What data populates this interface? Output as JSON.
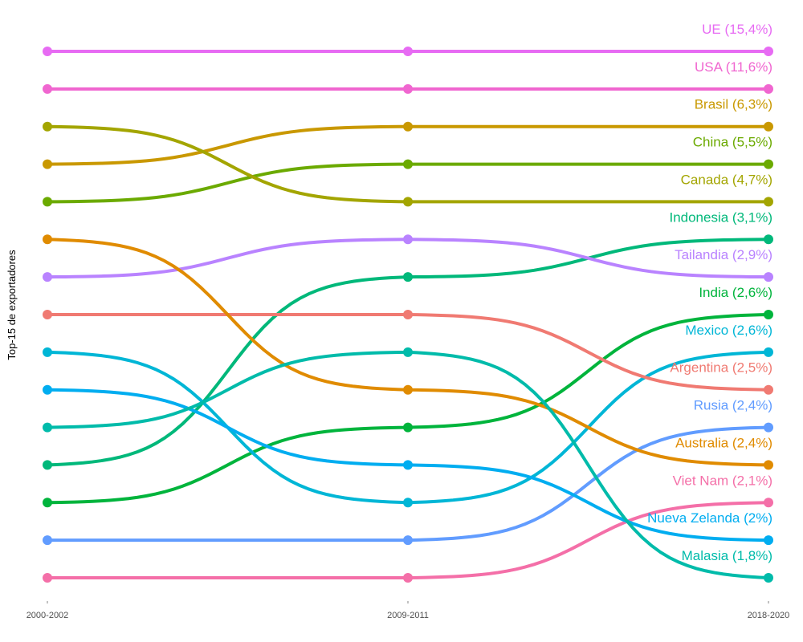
{
  "chart_data": {
    "type": "line",
    "subtype": "bump",
    "title": "",
    "xlabel": "",
    "ylabel": "Top-15 de exportadores",
    "x": [
      "2000-2002",
      "2009-2011",
      "2018-2020"
    ],
    "y_reversed": true,
    "ylim": [
      1,
      15
    ],
    "grid": false,
    "legend": "none (direct labels at right)",
    "series": [
      {
        "name": "UE",
        "label": "UE (15,4%)",
        "share": "15,4%",
        "color": "#E76BF3",
        "ranks": [
          1,
          1,
          1
        ]
      },
      {
        "name": "USA",
        "label": "USA (11,6%)",
        "share": "11,6%",
        "color": "#F066D0",
        "ranks": [
          2,
          2,
          2
        ]
      },
      {
        "name": "Brasil",
        "label": "Brasil (6,3%)",
        "share": "6,3%",
        "color": "#C99800",
        "ranks": [
          4,
          3,
          3
        ]
      },
      {
        "name": "China",
        "label": "China (5,5%)",
        "share": "5,5%",
        "color": "#6BAA00",
        "ranks": [
          5,
          4,
          4
        ]
      },
      {
        "name": "Canada",
        "label": "Canada (4,7%)",
        "share": "4,7%",
        "color": "#A3A500",
        "ranks": [
          3,
          5,
          5
        ]
      },
      {
        "name": "Indonesia",
        "label": "Indonesia (3,1%)",
        "share": "3,1%",
        "color": "#00B87A",
        "ranks": [
          12,
          7,
          6
        ]
      },
      {
        "name": "Tailandia",
        "label": "Tailandia (2,9%)",
        "share": "2,9%",
        "color": "#B983FF",
        "ranks": [
          7,
          6,
          7
        ]
      },
      {
        "name": "India",
        "label": "India (2,6%)",
        "share": "2,6%",
        "color": "#00B43C",
        "ranks": [
          13,
          11,
          8
        ]
      },
      {
        "name": "Mexico",
        "label": "Mexico (2,6%)",
        "share": "2,6%",
        "color": "#00B6D6",
        "ranks": [
          9,
          13,
          9
        ]
      },
      {
        "name": "Argentina",
        "label": "Argentina (2,5%)",
        "share": "2,5%",
        "color": "#F07A72",
        "ranks": [
          8,
          8,
          10
        ]
      },
      {
        "name": "Rusia",
        "label": "Rusia (2,4%)",
        "share": "2,4%",
        "color": "#619CFF",
        "ranks": [
          14,
          14,
          11
        ]
      },
      {
        "name": "Australia",
        "label": "Australia (2,4%)",
        "share": "2,4%",
        "color": "#E08B00",
        "ranks": [
          6,
          10,
          12
        ]
      },
      {
        "name": "Viet Nam",
        "label": "Viet Nam (2,1%)",
        "share": "2,1%",
        "color": "#F46FA8",
        "ranks": [
          15,
          15,
          13
        ]
      },
      {
        "name": "Nueva Zelanda",
        "label": "Nueva Zelanda (2%)",
        "share": "2%",
        "color": "#00ADF0",
        "ranks": [
          10,
          12,
          14
        ]
      },
      {
        "name": "Malasia",
        "label": "Malasia (1,8%)",
        "share": "1,8%",
        "color": "#00BBAA",
        "ranks": [
          11,
          9,
          15
        ]
      }
    ]
  }
}
